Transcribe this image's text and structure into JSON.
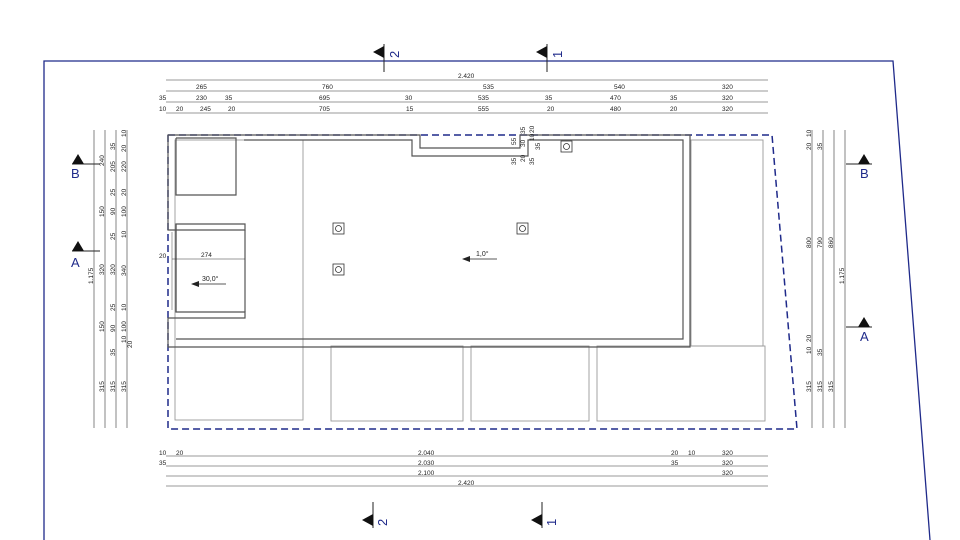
{
  "section_markers": {
    "top_2": "2",
    "top_1": "1",
    "bottom_2": "2",
    "bottom_1": "1",
    "left_b": "B",
    "left_a": "A",
    "right_b": "B",
    "right_a": "A"
  },
  "top_dims": {
    "row1": [
      "2.420"
    ],
    "row2": [
      "265",
      "760",
      "535",
      "540",
      "320"
    ],
    "row3": [
      "35",
      "230",
      "35",
      "695",
      "30",
      "535",
      "35",
      "470",
      "35",
      "320"
    ],
    "row4": [
      "10",
      "20",
      "245",
      "20",
      "705",
      "15",
      "555",
      "20",
      "480",
      "20",
      "320"
    ]
  },
  "bottom_dims": {
    "row1": [
      "10",
      "20",
      "2.040",
      "20",
      "10",
      "320"
    ],
    "row2": [
      "35",
      "2.030",
      "35",
      "320"
    ],
    "row3": [
      "2.100",
      "320"
    ],
    "row4": [
      "2.420"
    ]
  },
  "left_dims": {
    "outer": [
      "1.175"
    ],
    "mid": [
      "240",
      "150",
      "320",
      "150",
      "315"
    ],
    "inner": [
      "35",
      "205",
      "25",
      "90",
      "25",
      "320",
      "25",
      "90",
      "35",
      "315"
    ],
    "innermost": [
      "10",
      "20",
      "220",
      "20",
      "100",
      "10",
      "340",
      "10",
      "100",
      "10",
      "20",
      "315"
    ]
  },
  "right_dims": {
    "outer": [
      "1.175"
    ],
    "mid": [
      "860",
      "315"
    ],
    "inner": [
      "35",
      "790",
      "35",
      "315"
    ],
    "innermost": [
      "20",
      "10",
      "800",
      "20",
      "10",
      "315"
    ]
  },
  "plan_labels": {
    "balcony_width": "274",
    "balcony_side": "20",
    "balcony_slope": "30,0°",
    "roof_slope": "1,0°",
    "step_dims": [
      "55",
      "35",
      "30",
      "20",
      "10",
      "35",
      "35",
      "20",
      "35"
    ]
  }
}
